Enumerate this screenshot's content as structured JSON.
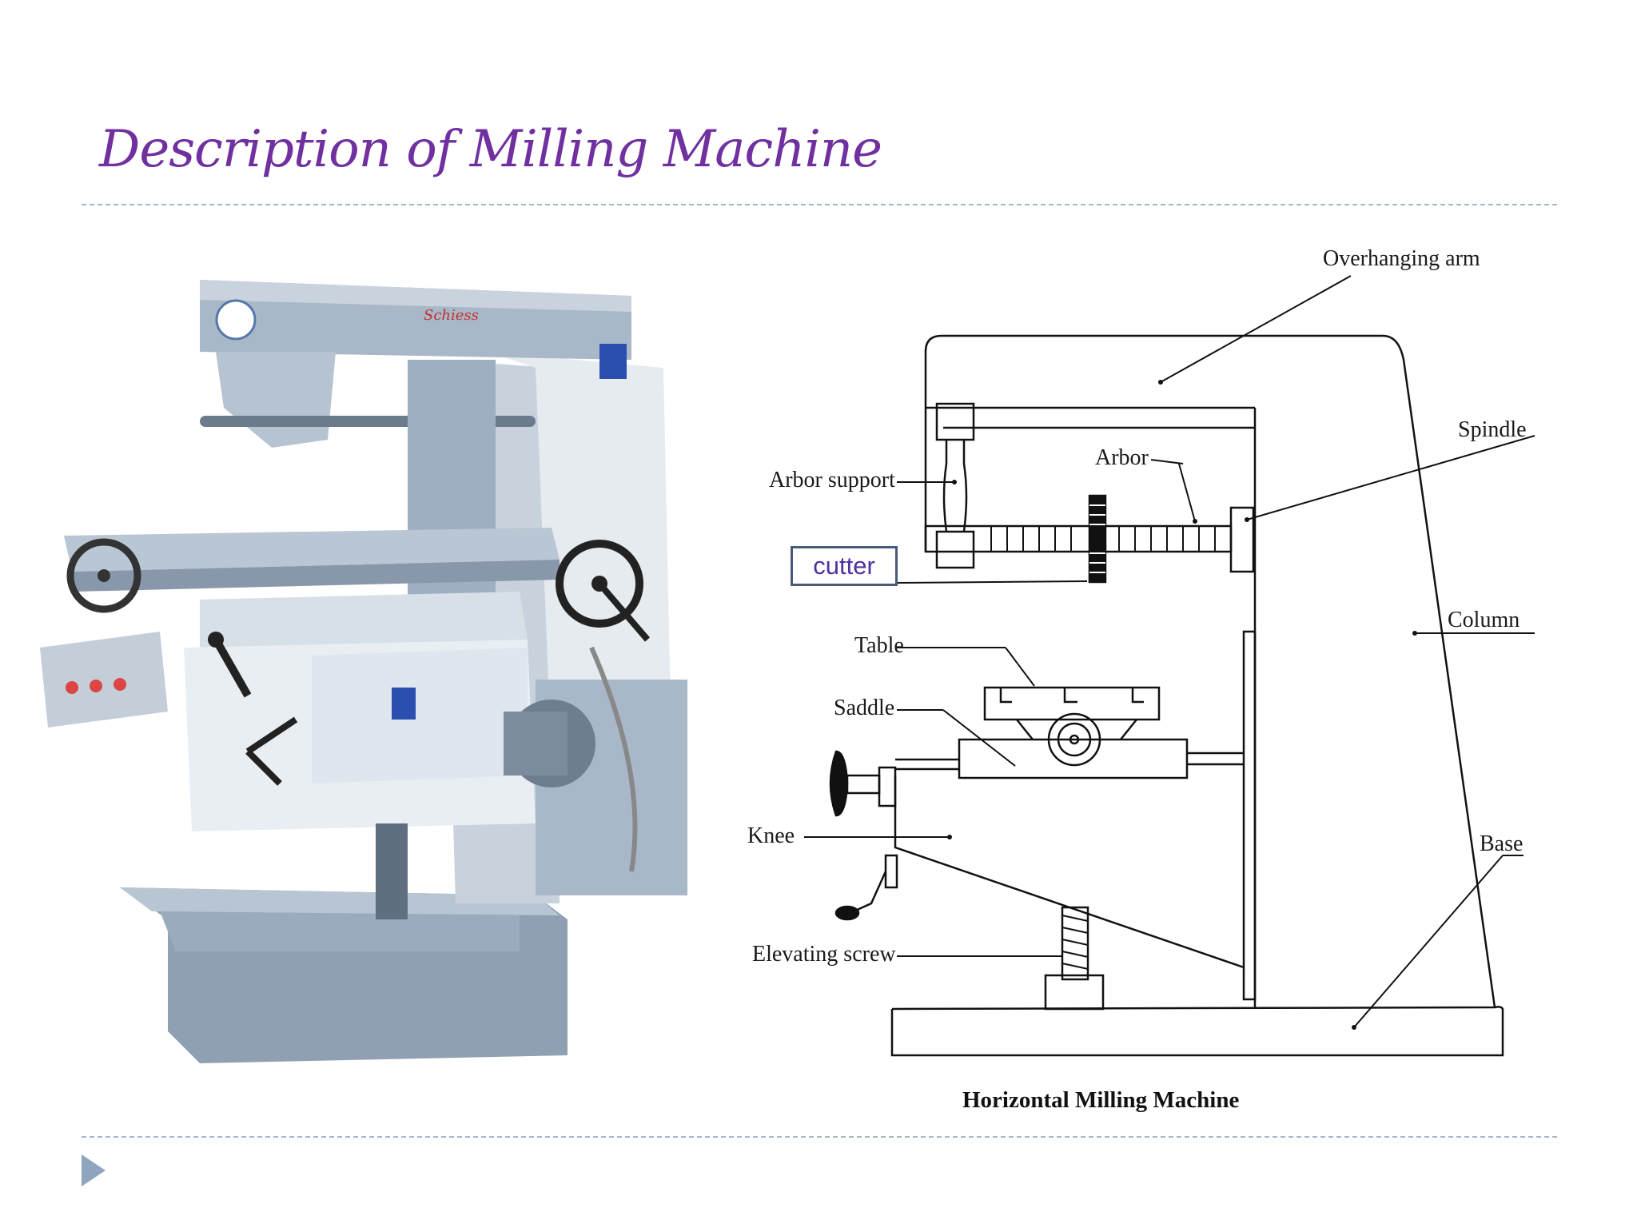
{
  "slide": {
    "title": "Description of Milling Machine",
    "nav_icon": "play-arrow-icon"
  },
  "photo": {
    "description_icon": "milling-machine-photo"
  },
  "diagram": {
    "caption": "Horizontal Milling Machine",
    "labels": {
      "overhanging_arm": "Overhanging arm",
      "spindle": "Spindle",
      "arbor": "Arbor",
      "arbor_support": "Arbor support",
      "cutter": "cutter",
      "column": "Column",
      "table": "Table",
      "saddle": "Saddle",
      "knee": "Knee",
      "base": "Base",
      "elevating_screw": "Elevating screw"
    }
  },
  "colors": {
    "title": "#7030a0",
    "rule": "#a9b6c6",
    "machine_body": "#a9b8c8",
    "machine_light": "#e8edf2",
    "nav_arrow": "#8fa4bf"
  }
}
